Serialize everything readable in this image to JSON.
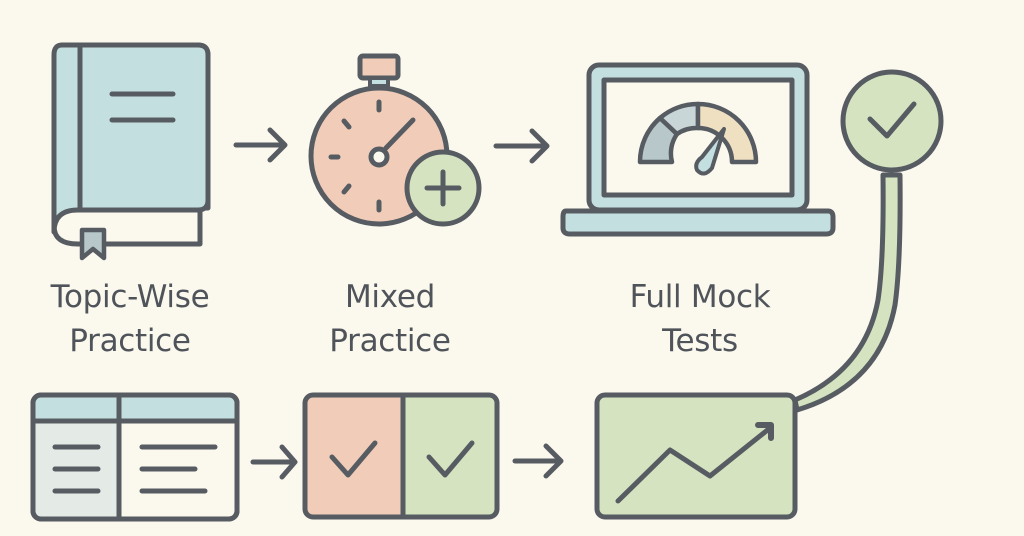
{
  "diagram": {
    "title": "Practice progression flow",
    "colors": {
      "background": "#fbf8ee",
      "stroke": "#575c62",
      "blue": "#c4dfe0",
      "pink": "#f1cdb9",
      "green": "#d5e3c0",
      "tan": "#efe0c2",
      "grey_blue": "#b7c7ca"
    },
    "steps": [
      {
        "id": "topic-wise",
        "line1": "Topic-Wise",
        "line2": "Practice",
        "icon": "book-icon"
      },
      {
        "id": "mixed",
        "line1": "Mixed",
        "line2": "Practice",
        "icon": "stopwatch-plus-icon"
      },
      {
        "id": "mock",
        "line1": "Full Mock",
        "line2": "Tests",
        "icon": "laptop-gauge-icon"
      },
      {
        "id": "goal",
        "icon": "check-circle-icon"
      }
    ],
    "bottom_row": [
      {
        "id": "review-table",
        "icon": "table-notes-icon"
      },
      {
        "id": "verified",
        "icon": "double-check-icon"
      },
      {
        "id": "growth",
        "icon": "trending-up-chart-icon"
      }
    ],
    "arrows": [
      "arrow-right-icon",
      "arrow-right-icon",
      "arrow-right-icon",
      "arrow-right-icon"
    ]
  }
}
